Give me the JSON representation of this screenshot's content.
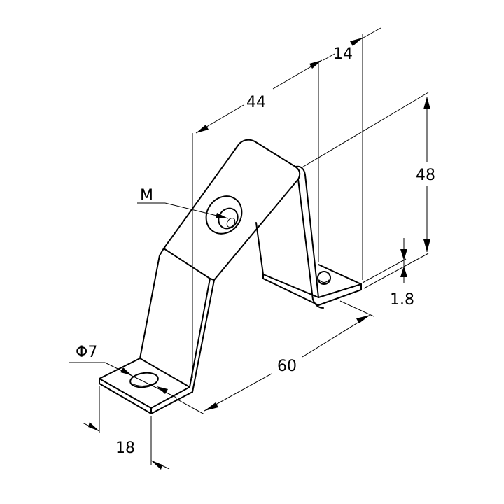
{
  "dimensions": {
    "length": "60",
    "upper_length": "44",
    "offset": "14",
    "height": "48",
    "thickness": "1.8",
    "hole_label": "Φ7",
    "width": "18"
  },
  "labels": {
    "thread": "M"
  },
  "colors": {
    "line": "#000000",
    "background": "#ffffff"
  }
}
